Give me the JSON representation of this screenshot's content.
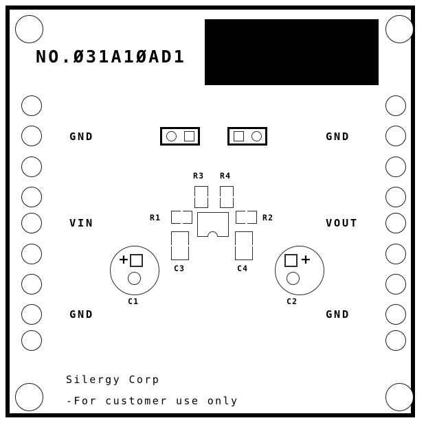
{
  "board": {
    "part_number": "NO.Ø31A1ØAD1",
    "vendor_line": "Silergy Corp",
    "notice_line": "-For customer use only",
    "outline_color": "#000000",
    "silkscreen_color": "#000000",
    "background_color": "#ffffff"
  },
  "ports": {
    "left": [
      {
        "label": "GND"
      },
      {
        "label": "VIN"
      },
      {
        "label": "GND"
      }
    ],
    "right": [
      {
        "label": "GND"
      },
      {
        "label": "VOUT"
      },
      {
        "label": "GND"
      }
    ]
  },
  "components": {
    "ic": {
      "ref": ""
    },
    "resistors": [
      {
        "ref": "R1"
      },
      {
        "ref": "R2"
      },
      {
        "ref": "R3"
      },
      {
        "ref": "R4"
      }
    ],
    "capacitors_smd": [
      {
        "ref": "C3"
      },
      {
        "ref": "C4"
      }
    ],
    "capacitors_electrolytic": [
      {
        "ref": "C1",
        "polarity": "+"
      },
      {
        "ref": "C2",
        "polarity": "+"
      }
    ]
  },
  "headers": {
    "left_header": {
      "pin1": "circle",
      "pin2": "square"
    },
    "right_header": {
      "pin1": "square",
      "pin2": "circle"
    }
  },
  "holes": {
    "corner_count": 4,
    "left_pin_count": 9,
    "right_pin_count": 9
  }
}
